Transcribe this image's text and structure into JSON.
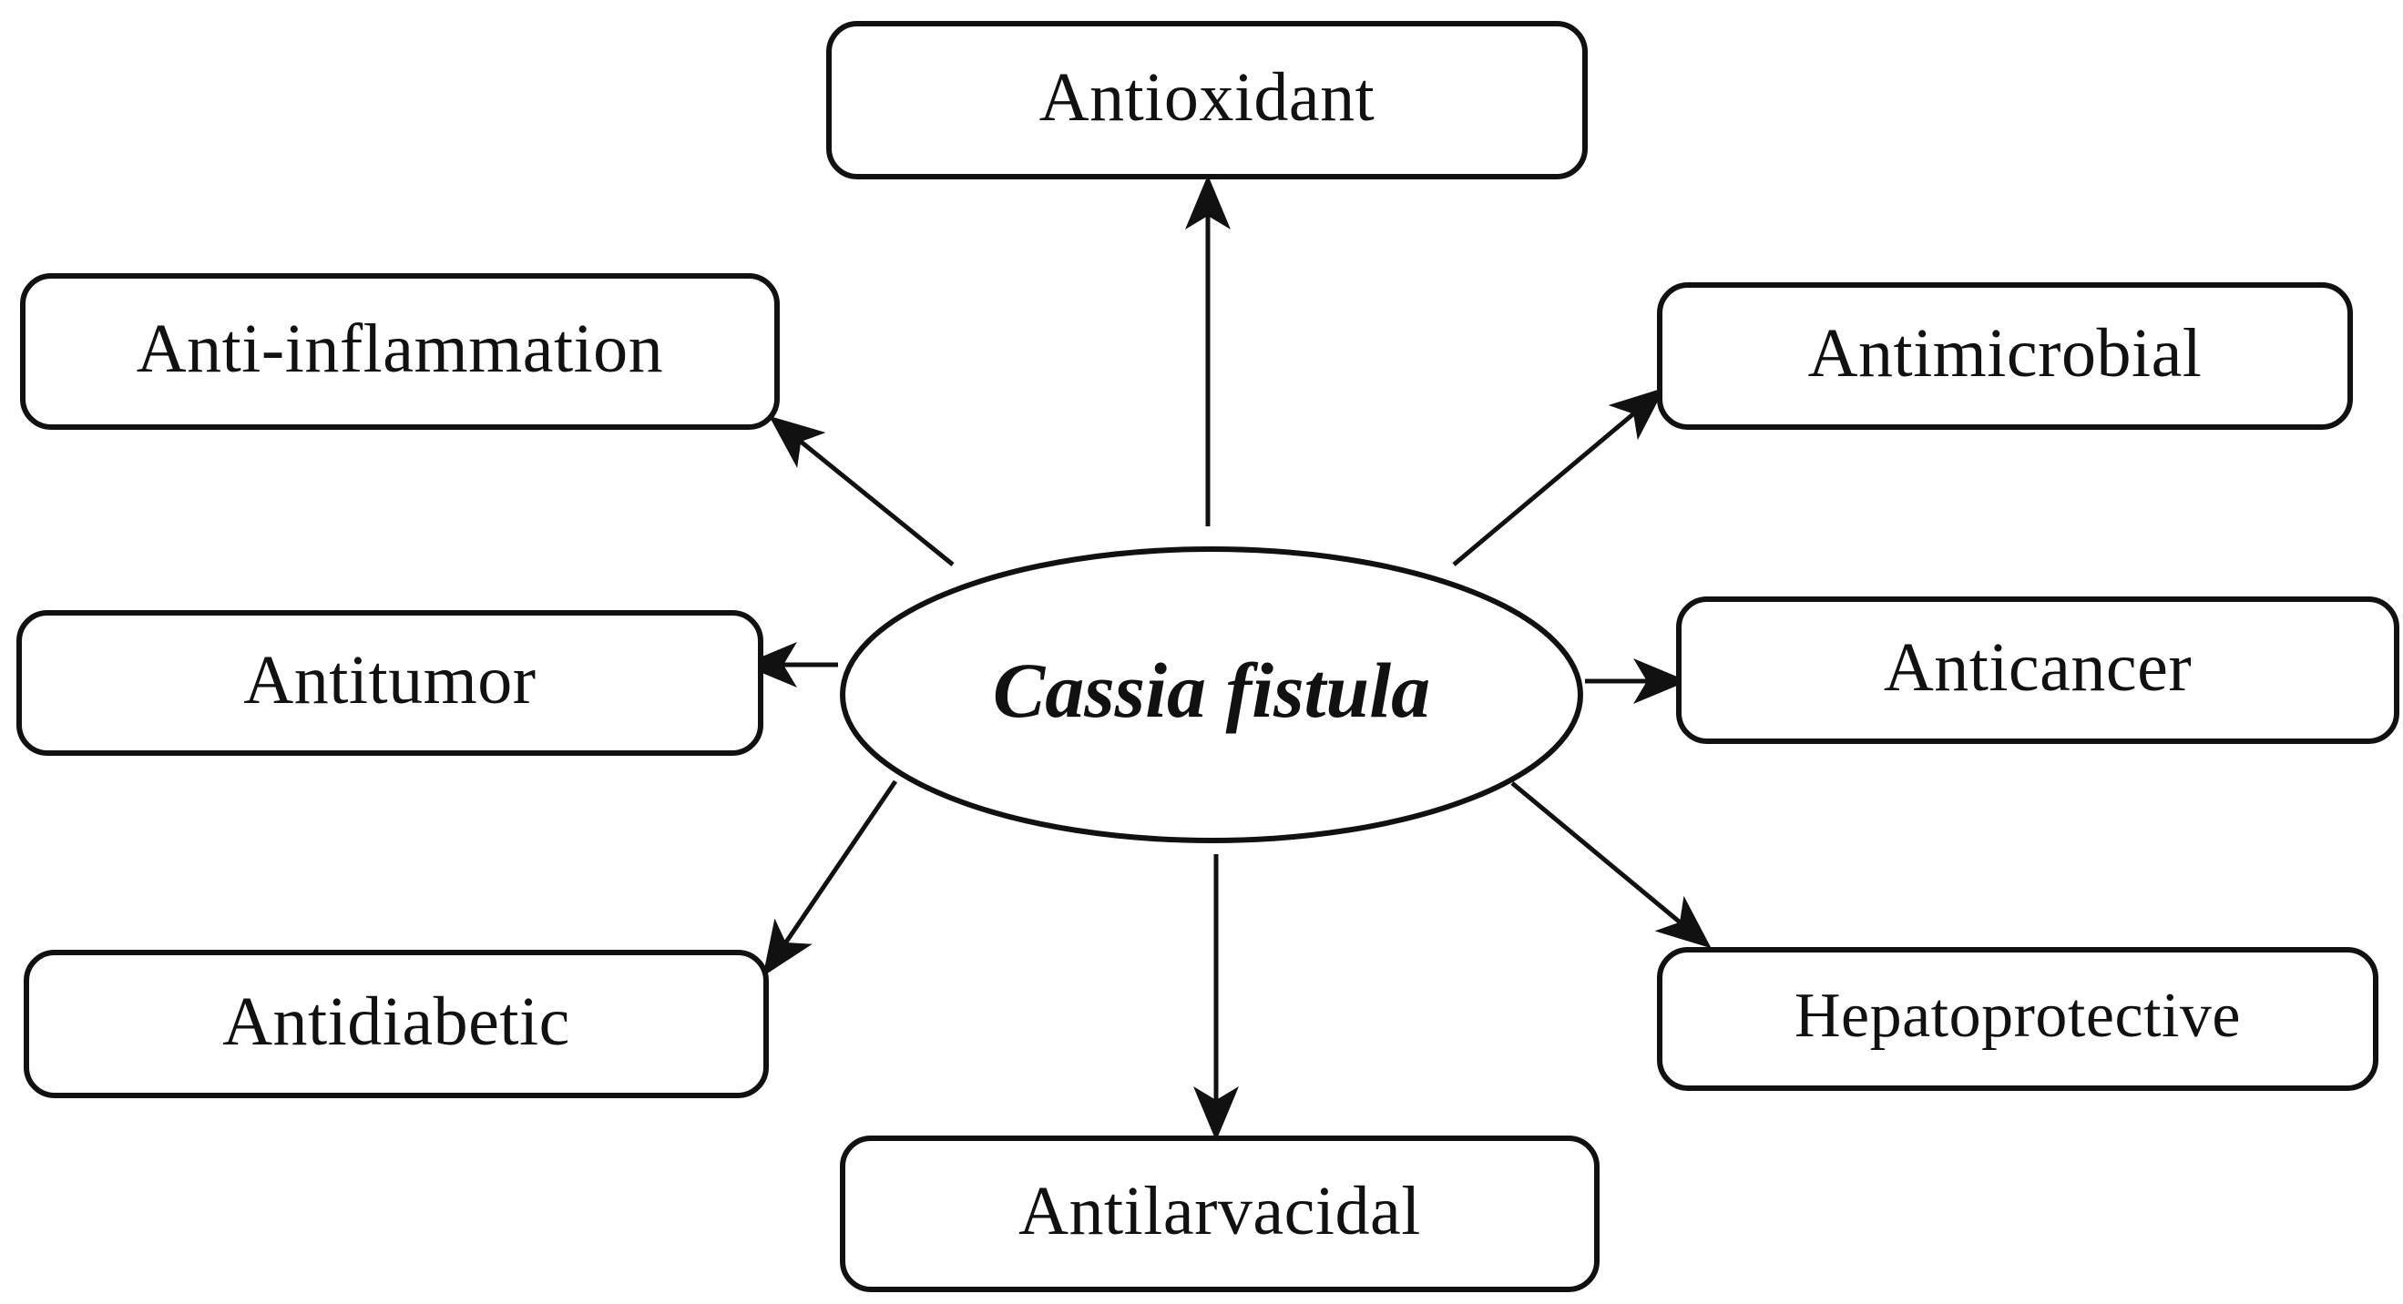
{
  "center": {
    "label": "Cassia fistula"
  },
  "activities": {
    "antioxidant": "Antioxidant",
    "anti_inflammation": "Anti-inflammation",
    "antimicrobial": "Antimicrobial",
    "antitumor": "Antitumor",
    "anticancer": "Anticancer",
    "antidiabetic": "Antidiabetic",
    "hepatoprotective": "Hepatoprotective",
    "antilarvacidal": "Antilarvacidal"
  },
  "style": {
    "line_color": "#111111",
    "background": "#ffffff"
  }
}
